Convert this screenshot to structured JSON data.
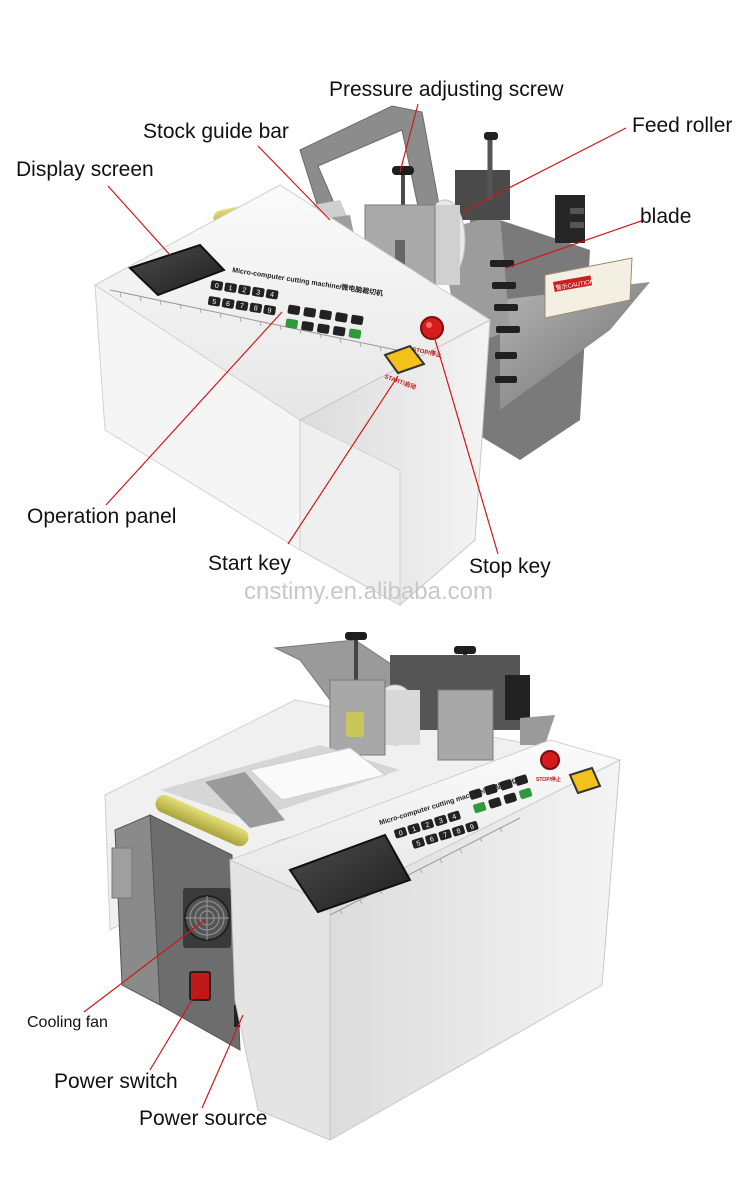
{
  "top_figure": {
    "labels": {
      "pressure_screw": "Pressure adjusting screw",
      "feed_roller": "Feed roller",
      "stock_guide_bar": "Stock guide bar",
      "display_screen": "Display screen",
      "blade": "blade",
      "operation_panel": "Operation panel",
      "start_key": "Start key",
      "stop_key": "Stop key"
    },
    "machine_text": {
      "panel_title": "Micro-computer cutting machine/微电脑裁切机",
      "stop_label": "STOP/停止",
      "start_label": "START/启动",
      "caution": "警示CAUTION",
      "keys_row1": [
        "0",
        "1",
        "2",
        "3",
        "4"
      ],
      "keys_row2": [
        "5",
        "6",
        "7",
        "8",
        "9"
      ]
    },
    "watermark": "cnstimy.en.alibaba.com"
  },
  "bottom_figure": {
    "labels": {
      "cooling_fan": "Cooling fan",
      "power_switch": "Power switch",
      "power_source": "Power source"
    },
    "machine_text": {
      "panel_title": "Micro-computer cutting machine/微电脑裁切机",
      "stop_label": "STOP/停止",
      "keys_row1": [
        "0",
        "1",
        "2",
        "3",
        "4"
      ],
      "keys_row2": [
        "5",
        "6",
        "7",
        "8",
        "9"
      ]
    }
  },
  "colors": {
    "line": "#d01818",
    "body_white": "#f1f1f1",
    "steel": "#8e8e8e",
    "red_button": "#d41c1c",
    "yellow_button": "#f2c21a",
    "roller_green": "#c9c65a"
  }
}
